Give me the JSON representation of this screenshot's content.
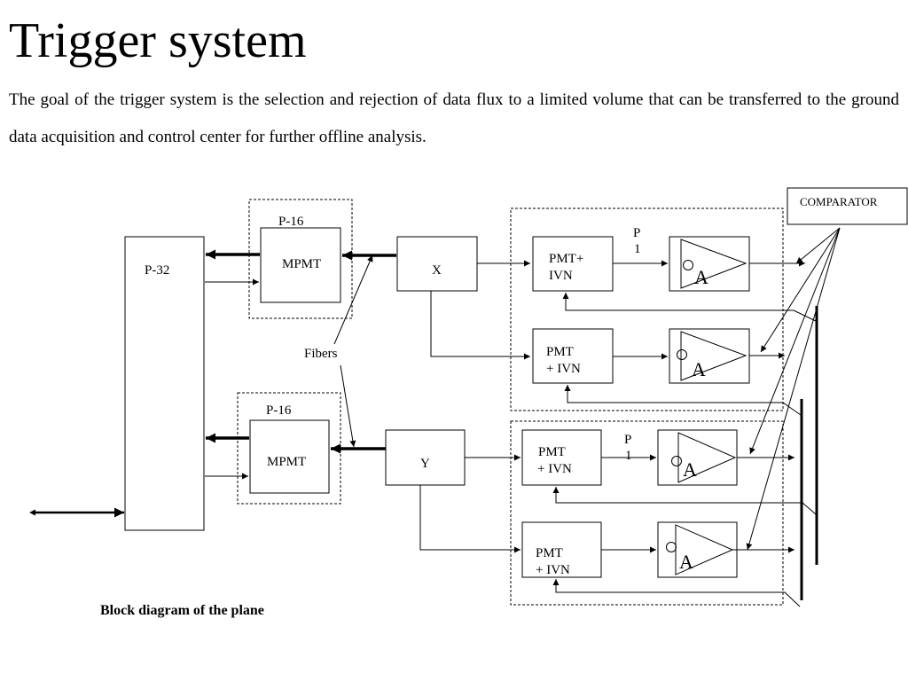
{
  "slide": {
    "title": "Trigger system",
    "intro": "The goal of the trigger system is the selection and rejection of data flux to a limited volume that can be transferred to the ground data acquisition and control center for further offline analysis.",
    "caption": "Block diagram of the plane"
  },
  "diagram": {
    "p32": "P-32",
    "comparator": "COMPARATOR",
    "fibers": "Fibers",
    "top_group": {
      "p16": "P-16",
      "mpmt": "MPMT",
      "channel": "X",
      "pmt1": [
        "PMT+",
        "IVN"
      ],
      "pmt2": [
        "PMT",
        "+ IVN"
      ],
      "p1": [
        "P",
        "1"
      ],
      "amp": "A"
    },
    "bottom_group": {
      "p16": "P-16",
      "mpmt": "MPMT",
      "channel": "Y",
      "pmt1": [
        "PMT",
        "+ IVN"
      ],
      "pmt2": [
        "PMT",
        "+ IVN"
      ],
      "p1": [
        "P",
        "1"
      ],
      "amp": "A"
    }
  }
}
